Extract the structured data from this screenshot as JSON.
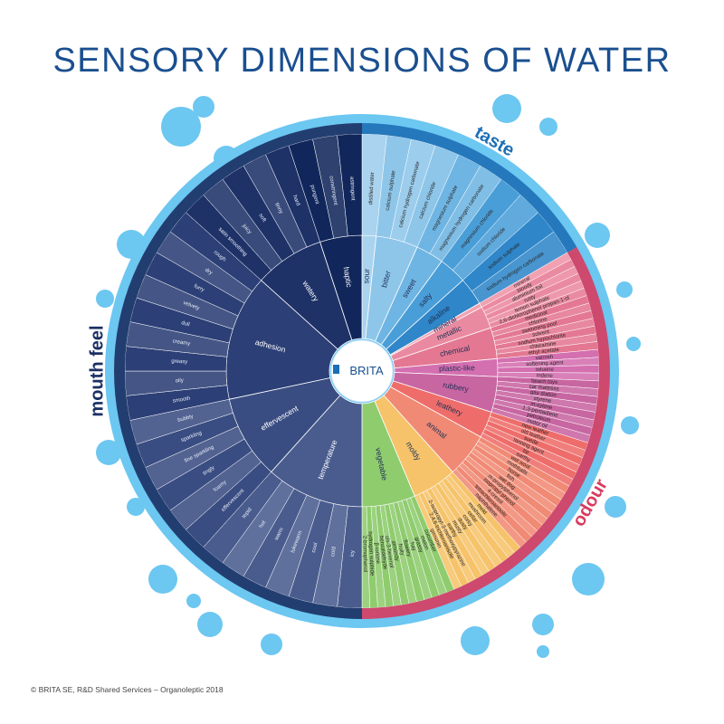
{
  "title": "SENSORY DIMENSIONS OF WATER",
  "brand": "BRITA",
  "copyright": "© BRITA SE, R&D Shared Services – Organoleptic 2018",
  "categories": [
    {
      "name": "taste",
      "color": "#1e6fb5",
      "start": 0,
      "end": 60,
      "groups": [
        {
          "name": "sour",
          "color": "#a9d3ee",
          "items": [
            "distilled water"
          ]
        },
        {
          "name": "bitter",
          "color": "#8ec6ea",
          "items": [
            "calcium sulphate",
            "calcium hydrogen carbonate",
            "calcium chloride"
          ]
        },
        {
          "name": "sweet",
          "color": "#6fb5e3",
          "items": [
            "magnesium sulphate",
            "magnesium hydrogen carbonate"
          ]
        },
        {
          "name": "salty",
          "color": "#4a9ed8",
          "items": [
            "magnesium chloride",
            "sodium chloride"
          ]
        },
        {
          "name": "alkaline",
          "color": "#2f86c8",
          "items": [
            "sodium sulphate",
            "sodium hydrogen carbonate"
          ]
        }
      ]
    },
    {
      "name": "odour",
      "color": "#d83b5f",
      "start": 60,
      "end": 180,
      "groups": [
        {
          "name": "mineral",
          "color": "#f2a1b3",
          "items": [
            "mineral"
          ]
        },
        {
          "name": "metallic",
          "color": "#ea8aa0",
          "items": [
            "bloody",
            "aluminium foil",
            "rusty",
            "lemon sulphate",
            "2,6-dichlorophenol propan-1-ol"
          ]
        },
        {
          "name": "chemical",
          "color": "#e47892",
          "items": [
            "medicinal",
            "chlorine",
            "swimming pool",
            "solvent",
            "sodium hypochlorite",
            "chloramine",
            "ethyl acetate"
          ]
        },
        {
          "name": "plastic-like",
          "color": "#d46fb0",
          "items": [
            "varnish",
            "softening agent",
            "toluene",
            "indene"
          ]
        },
        {
          "name": "rubbery",
          "color": "#c866a2",
          "items": [
            "beach toys",
            "car mattress",
            "gas station",
            "styrene",
            "m-xylene",
            "1,3-pentadiene",
            "petroleum",
            "motor oil"
          ]
        },
        {
          "name": "leathery",
          "color": "#ee6d6a",
          "items": [
            "new leather",
            "old leather",
            "suede",
            "tanning agent",
            "tar",
            "earthy"
          ]
        },
        {
          "name": "animal",
          "color": "#f08a74",
          "items": [
            "wet wool",
            "mothballs",
            "horse",
            "fish",
            "wet dog",
            "m-propylphenol",
            "isopropyl phenol",
            "4-cresol",
            "tetrachloroanisole",
            "naphthalene"
          ]
        },
        {
          "name": "moldy",
          "color": "#f6c36a",
          "items": [
            "mold",
            "mushroom",
            "cellar",
            "corky",
            "dusty",
            "musty",
            "earthy",
            "2-isopropyl-3-methoxypyrazine",
            "2,4,6-trichloroanisole",
            "geosmin"
          ]
        },
        {
          "name": "vegetable",
          "color": "#8fcc6e",
          "items": [
            "cucumber",
            "melon",
            "grassy",
            "hay",
            "flowery",
            "fruity",
            "almondy",
            "cis-3-hexenol",
            "benzaldehyde",
            "β-ionone",
            "hydrogen sulphide",
            "2-bromophenol"
          ]
        }
      ]
    },
    {
      "name": "mouth feel",
      "color": "#1b2f63",
      "start": 180,
      "end": 360,
      "groups": [
        {
          "name": "temperature",
          "color": "#4a5c8e",
          "items": [
            "icy",
            "cold",
            "cool",
            "lukewarm",
            "warm",
            "hot",
            "tepid"
          ]
        },
        {
          "name": "effervescent",
          "color": "#3a4d82",
          "items": [
            "effervescent",
            "foamy",
            "tingly",
            "fine sparkling",
            "sparkling",
            "bubbly"
          ]
        },
        {
          "name": "adhesion",
          "color": "#2c3f76",
          "items": [
            "smooth",
            "oily",
            "greasy",
            "creamy",
            "dull",
            "velvety",
            "furry",
            "dry",
            "rough"
          ]
        },
        {
          "name": "watery",
          "color": "#1e3268",
          "items": [
            "satin smoothing",
            "juicy",
            "soft",
            "tinny",
            "hard"
          ]
        },
        {
          "name": "haptic",
          "color": "#11275b",
          "items": [
            "pungent",
            "constringent",
            "astringent"
          ]
        }
      ]
    }
  ]
}
